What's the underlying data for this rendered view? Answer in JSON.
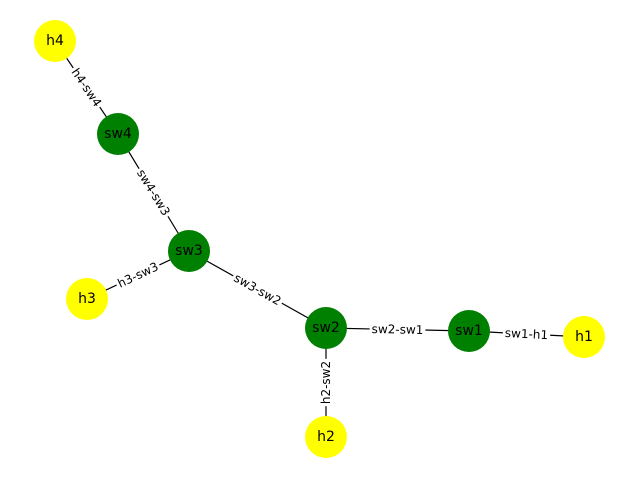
{
  "colors": {
    "switch": "#008000",
    "host": "#ffff00",
    "edge": "#000000",
    "background": "#ffffff"
  },
  "nodes": [
    {
      "id": "h4",
      "label": "h4",
      "kind": "host"
    },
    {
      "id": "sw4",
      "label": "sw4",
      "kind": "switch"
    },
    {
      "id": "sw3",
      "label": "sw3",
      "kind": "switch"
    },
    {
      "id": "h3",
      "label": "h3",
      "kind": "host"
    },
    {
      "id": "sw2",
      "label": "sw2",
      "kind": "switch"
    },
    {
      "id": "sw1",
      "label": "sw1",
      "kind": "switch"
    },
    {
      "id": "h1",
      "label": "h1",
      "kind": "host"
    },
    {
      "id": "h2",
      "label": "h2",
      "kind": "host"
    }
  ],
  "edges": [
    {
      "source": "h4",
      "target": "sw4",
      "label": "h4-sw4"
    },
    {
      "source": "sw4",
      "target": "sw3",
      "label": "sw4-sw3"
    },
    {
      "source": "h3",
      "target": "sw3",
      "label": "h3-sw3"
    },
    {
      "source": "sw3",
      "target": "sw2",
      "label": "sw3-sw2"
    },
    {
      "source": "sw2",
      "target": "sw1",
      "label": "sw2-sw1"
    },
    {
      "source": "sw1",
      "target": "h1",
      "label": "sw1-h1"
    },
    {
      "source": "h2",
      "target": "sw2",
      "label": "h2-sw2"
    }
  ]
}
